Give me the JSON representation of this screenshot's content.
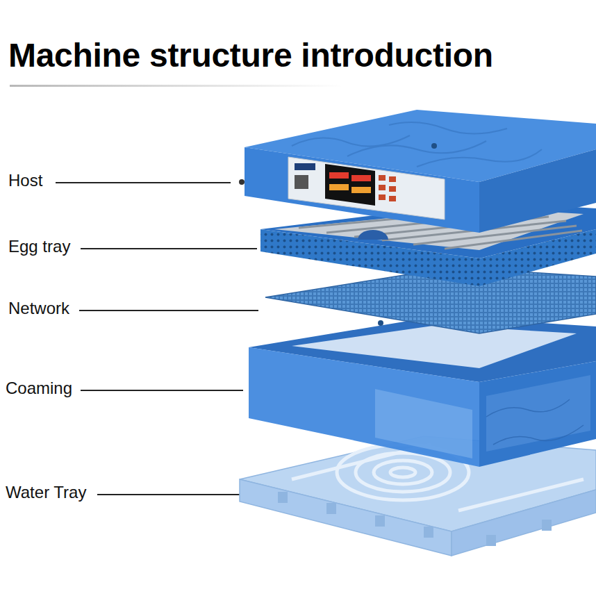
{
  "diagram": {
    "title": "Machine structure introduction",
    "labels": [
      "Host",
      "Egg tray",
      "Network",
      "Coaming",
      "Water Tray"
    ]
  }
}
